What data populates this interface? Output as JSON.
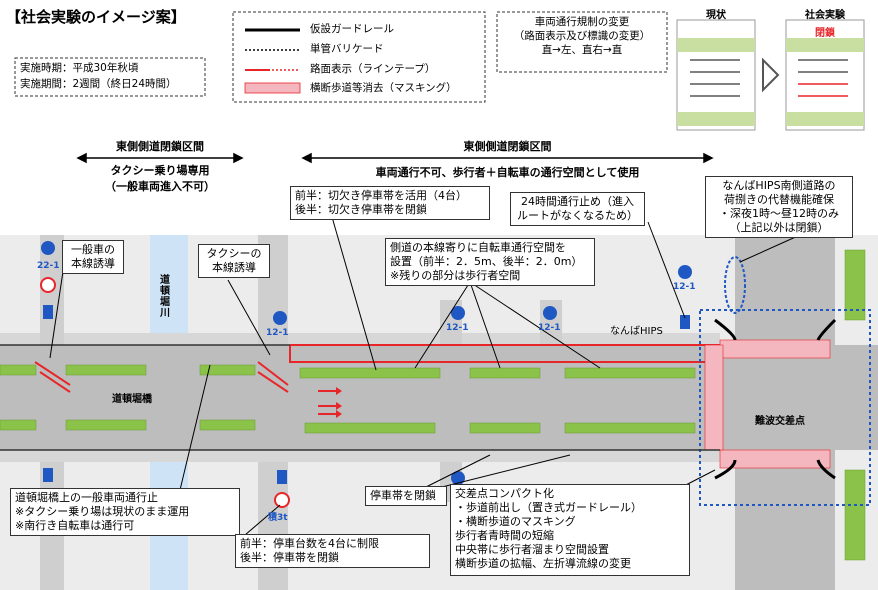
{
  "title": "【社会実験のイメージ案】",
  "period": {
    "line1": "実施時期：平成30年秋頃",
    "line2": "実施期間：2週間（終日24時間）"
  },
  "legend": {
    "items": [
      "仮設ガードレール",
      "単管バリケード",
      "路面表示（ラインテープ）",
      "横断歩道等消去（マスキング）"
    ]
  },
  "regulation": {
    "line1": "車両通行規制の変更",
    "line2": "（路面表示及び標識の変更）",
    "line3": "直→左、直右→直"
  },
  "comparison": {
    "current": "現状",
    "experiment": "社会実験",
    "closed": "閉鎖"
  },
  "sections": {
    "west_title": "東側側道閉鎖区間",
    "west_sub1": "タクシー乗り場専用",
    "west_sub2": "（一般車両進入不可）",
    "east_title": "東側側道閉鎖区間",
    "east_sub": "車両通行不可、歩行者＋自転車の通行空間として使用"
  },
  "callouts": {
    "stop_lane_1": "前半：切欠き停車帯を活用（4台）",
    "stop_lane_2": "後半：切欠き停車帯を閉鎖",
    "no_entry_1": "24時間通行止め（進入",
    "no_entry_2": "ルートがなくなるため）",
    "hips_1": "なんばHIPS南側道路の",
    "hips_2": "荷捌きの代替機能確保",
    "hips_3": "・深夜1時～昼12時のみ",
    "hips_4": "（上記以外は閉鎖）",
    "bike_1": "側道の本線寄りに自転車通行空間を",
    "bike_2": "設置（前半：2．5m、後半：2．0m）",
    "bike_3": "※残りの部分は歩行者空間",
    "general_1": "一般車の",
    "general_2": "本線誘導",
    "taxi_1": "タクシーの",
    "taxi_2": "本線誘導",
    "bridge_stop_1": "道頓堀橋上の一般車両通行止",
    "bridge_stop_2": "※タクシー乗り場は現状のまま運用",
    "bridge_stop_3": "※南行き自転車は通行可",
    "close_stop": "停車帯を閉鎖",
    "compact_1": "交差点コンパクト化",
    "compact_2": "・歩道前出し（置き式ガードレール）",
    "compact_3": "・横断歩道のマスキング",
    "compact_4": "歩行者青時間の短縮",
    "compact_5": "中央帯に歩行者溜まり空間設置",
    "compact_6": "横断歩道の拡幅、左折導流線の変更",
    "limit_1": "前半：停車台数を4台に制限",
    "limit_2": "後半：停車帯を閉鎖"
  },
  "map_labels": {
    "river": "道頓堀川",
    "bridge": "道頓堀橋",
    "hips": "なんばHIPS",
    "intersection": "難波交差点",
    "sign_22": "22-1",
    "sign_12a": "12-1",
    "sign_12b": "12-1",
    "sign_12c": "12-1",
    "sign_12d": "12-1",
    "sign_3t": "積3t"
  },
  "colors": {
    "red": "#e8262a",
    "green": "#8bc34a",
    "pink": "#f4b6bf",
    "road": "#bdbdbd",
    "blue": "#1f57c3"
  }
}
